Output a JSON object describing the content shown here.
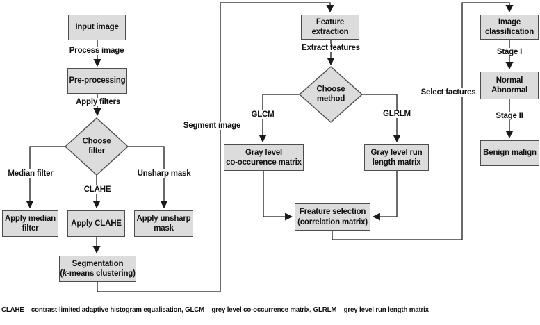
{
  "diagram": {
    "nodes": {
      "input_image": "Input image",
      "pre_processing": "Pre-processing",
      "choose_filter": "Choose\nfilter",
      "apply_median_filter": "Apply median\nfilter",
      "apply_clahe": "Apply CLAHE",
      "apply_unsharp_mask": "Apply unsharp\nmask",
      "segmentation": {
        "line1": "Segmentation",
        "paren": "(",
        "k": "k",
        "rest": "-means clustering)"
      },
      "feature_extraction": "Feature\nextraction",
      "choose_method": "Choose\nmethod",
      "glcm_matrix": "Gray level\nco-occurence matrix",
      "glrlm_matrix": "Gray level run\nlength matrix",
      "feature_selection": "Freature selection\n(correlation matrix)",
      "image_classification": "Image\nclassification",
      "normal_abnormal": "Normal\nAbnormal",
      "benign_malign": "Benign malign"
    },
    "edge_labels": {
      "process_image": "Process image",
      "apply_filters": "Apply filters",
      "median_filter": "Median filter",
      "clahe": "CLAHE",
      "unsharp_mask": "Unsharp mask",
      "segment_image": "Segment image",
      "extract_features": "Extract features",
      "glcm": "GLCM",
      "glrlm": "GLRLM",
      "select_factures": "Select factures",
      "stage_i": "Stage I",
      "stage_ii": "Stage II"
    },
    "caption": "CLAHE – contrast-limited adaptive histogram equalisation, GLCM – grey level co-occurrence matrix, GLRLM – grey level run length matrix"
  },
  "colors": {
    "node_fill": "#dcdcdc",
    "node_border": "#4d4d4d",
    "line": "#1a1a1a",
    "text": "#111111",
    "bg": "#ffffff"
  }
}
